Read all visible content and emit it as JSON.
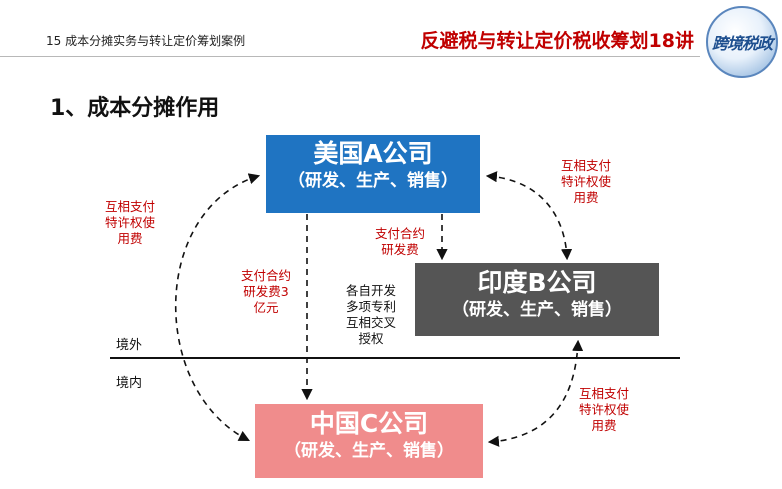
{
  "header": {
    "section": "15 成本分摊实务与转让定价筹划案例",
    "course": "反避税与转让定价税收筹划18讲",
    "logo_text": "跨境税政"
  },
  "title": "1、成本分摊作用",
  "companies": {
    "a": {
      "name": "美国A公司",
      "role": "（研发、生产、销售）",
      "color": "#1f74c2"
    },
    "b": {
      "name": "印度B公司",
      "role": "（研发、生产、销售）",
      "color": "#555555"
    },
    "c": {
      "name": "中国C公司",
      "role": "（研发、生产、销售）",
      "color": "#f08c8c"
    }
  },
  "labels": {
    "left_royalty": [
      "互相支付",
      "特许权使",
      "用费"
    ],
    "top_right_royalty": [
      "互相支付",
      "特许权使",
      "用费"
    ],
    "bottom_right_royalty": [
      "互相支付",
      "特许权使",
      "用费"
    ],
    "ab_cost": [
      "支付合约",
      "研发费"
    ],
    "ac_cost": [
      "支付合约",
      "研发费3",
      "亿元"
    ],
    "cross_license": [
      "各自开发",
      "多项专利",
      "互相交叉",
      "授权"
    ]
  },
  "zones": {
    "outside": "境外",
    "inside": "境内"
  },
  "colors": {
    "label_red": "#c00000"
  }
}
